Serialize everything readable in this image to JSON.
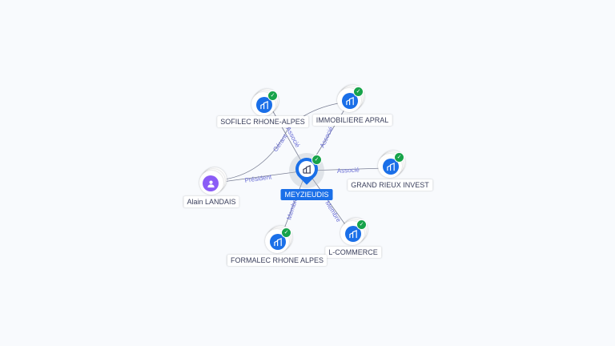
{
  "center": {
    "name": "MEYZIEUDIS",
    "icon": "building-icon",
    "verified": true
  },
  "nodes": [
    {
      "name": "SOFILEC RHONE-ALPES",
      "type": "company",
      "verified": true
    },
    {
      "name": "IMMOBILIERE APRAL",
      "type": "company",
      "verified": true
    },
    {
      "name": "GRAND RIEUX INVEST",
      "type": "company",
      "verified": true
    },
    {
      "name": "L-COMMERCE",
      "type": "company",
      "verified": true
    },
    {
      "name": "FORMALEC RHONE ALPES",
      "type": "company",
      "verified": true
    },
    {
      "name": "Alain LANDAIS",
      "type": "person",
      "verified": false
    }
  ],
  "edges": [
    {
      "label": "Associé",
      "to": "SOFILEC RHONE-ALPES"
    },
    {
      "label": "Associé",
      "to": "IMMOBILIERE APRAL"
    },
    {
      "label": "Associé",
      "to": "GRAND RIEUX INVEST"
    },
    {
      "label": "Membre",
      "to": "L-COMMERCE"
    },
    {
      "label": "Membre",
      "to": "FORMALEC RHONE ALPES"
    },
    {
      "label": "Président",
      "from": "Alain LANDAIS"
    },
    {
      "label": "Gérant",
      "from": "Alain LANDAIS",
      "to": "IMMOBILIERE APRAL"
    }
  ],
  "colors": {
    "company": "#1a6fe8",
    "person": "#8b5cf6",
    "verified": "#17a34a",
    "edge_label": "#6b6fd6"
  }
}
